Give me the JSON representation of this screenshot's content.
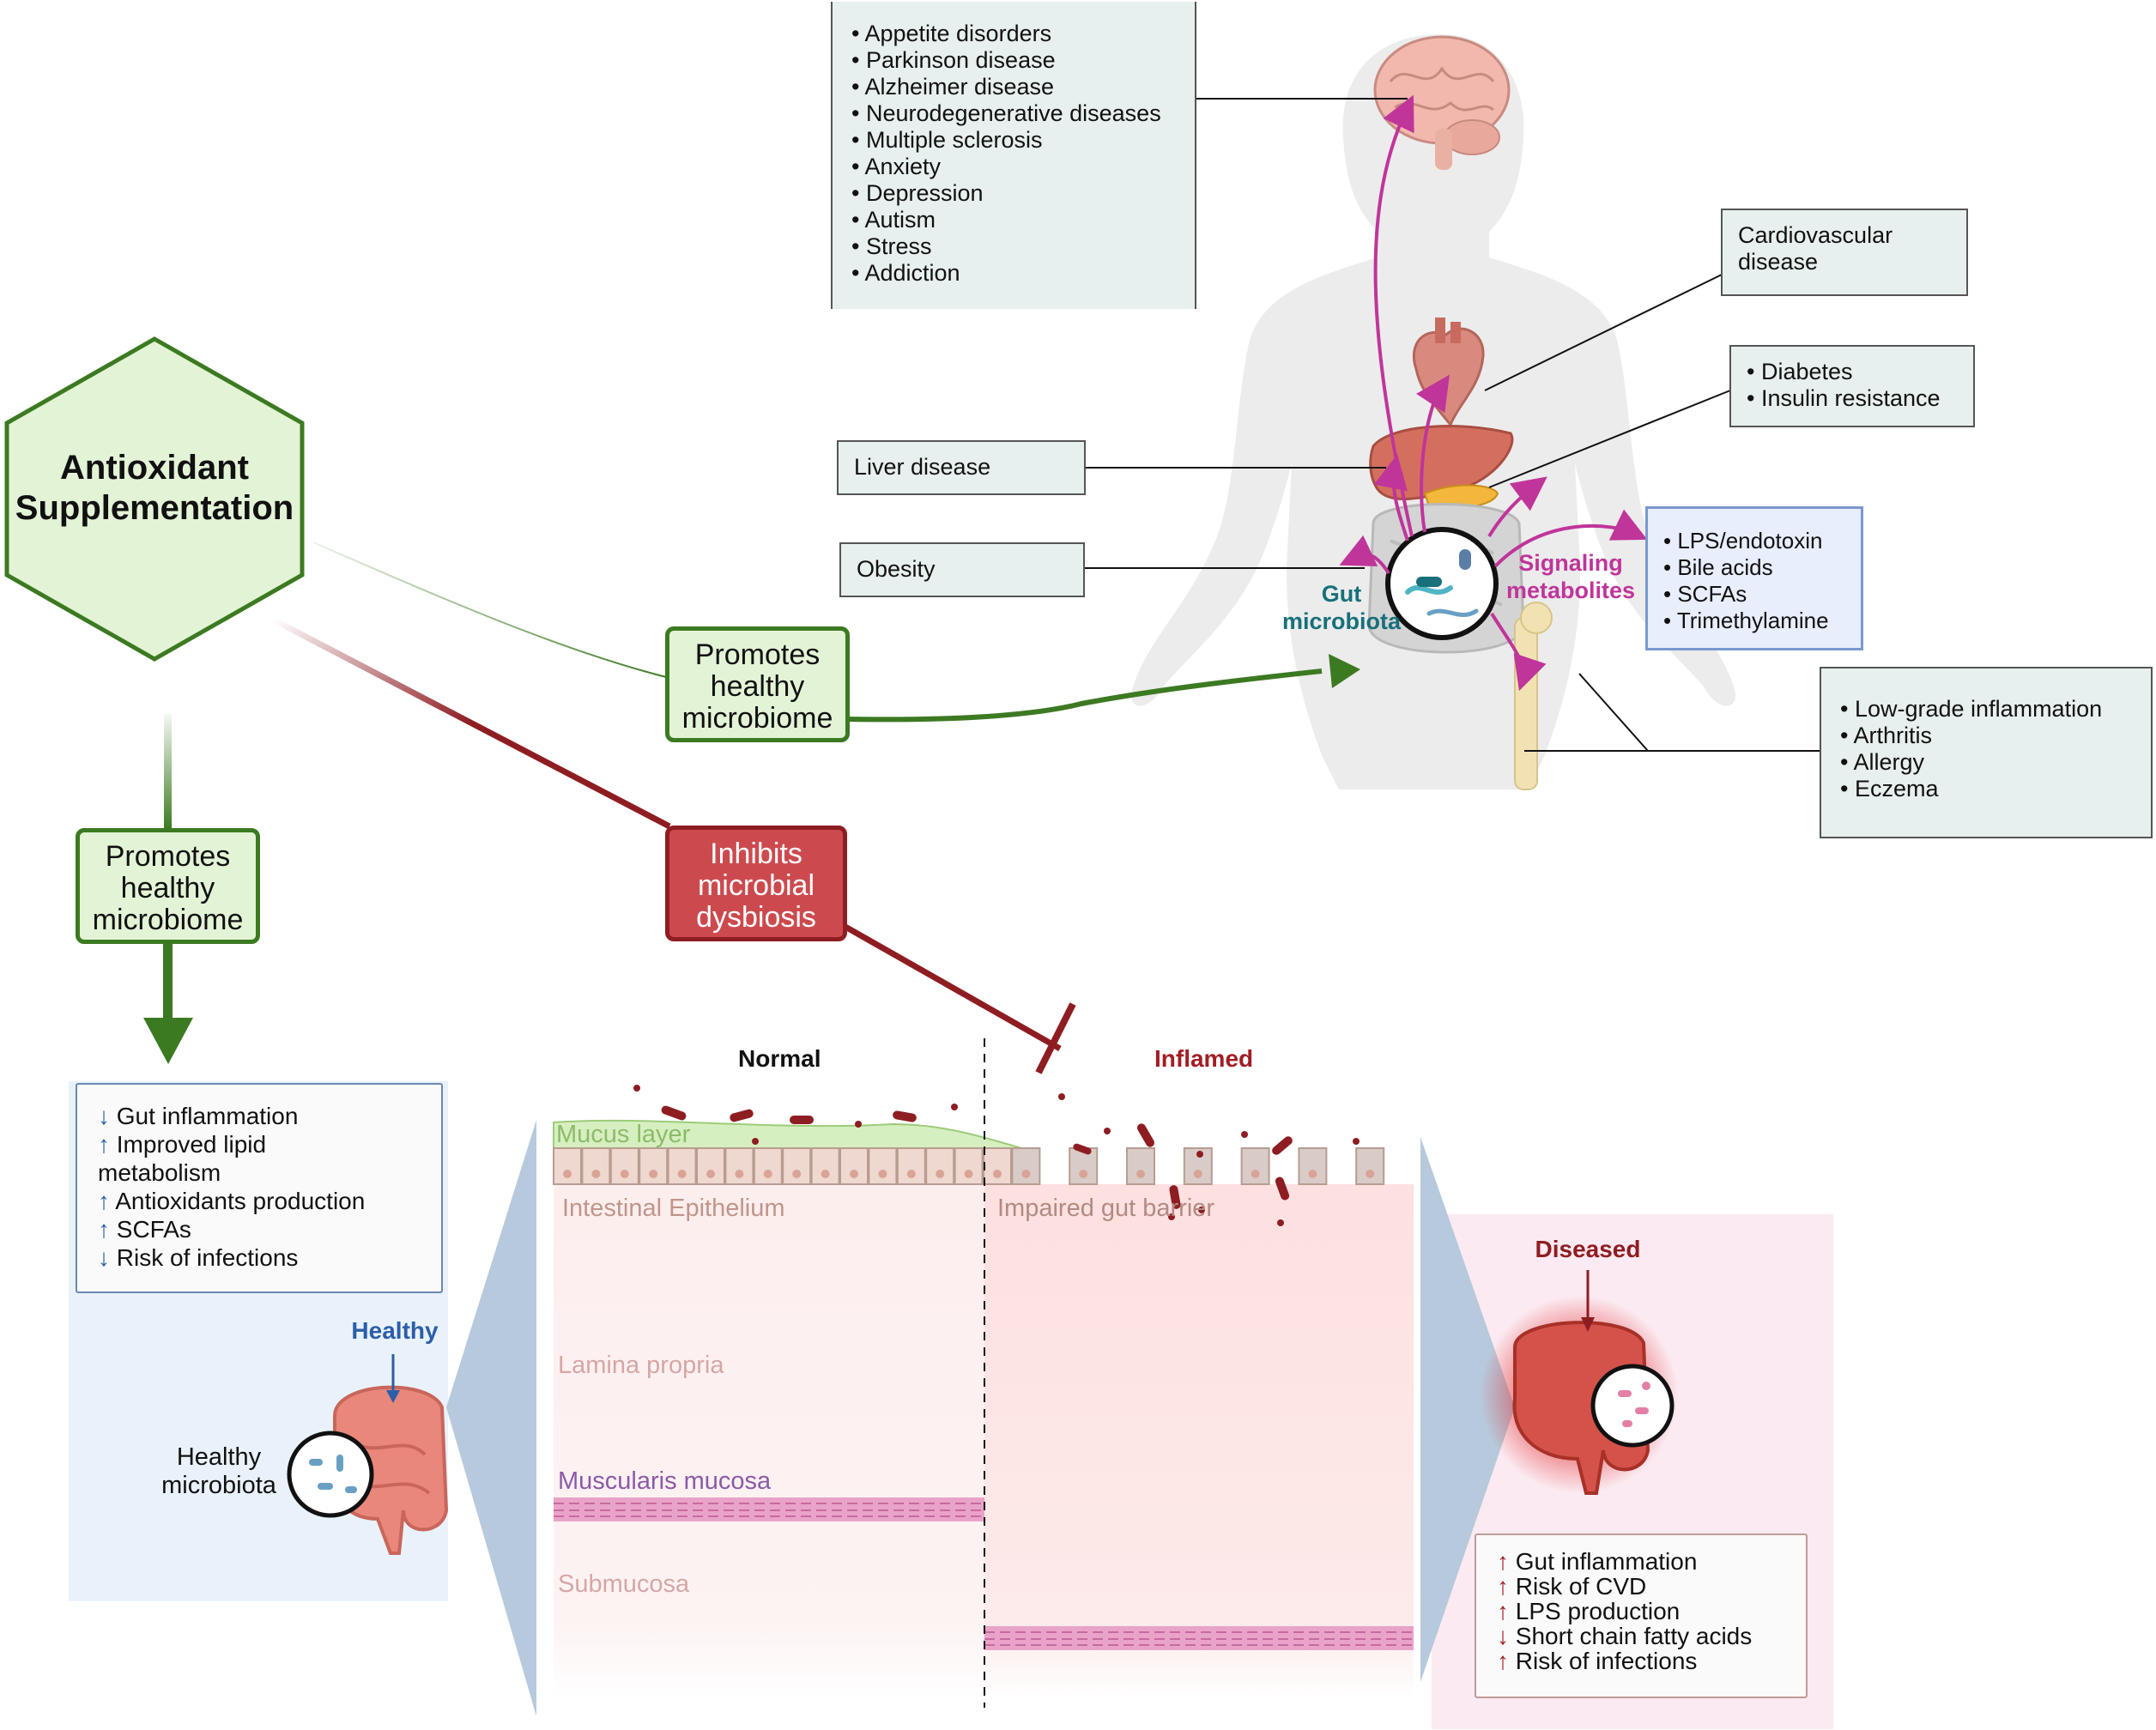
{
  "antioxidant": {
    "line1": "Antioxidant",
    "line2": "Supplementation"
  },
  "promotes_left": {
    "line1": "Promotes",
    "line2": "healthy",
    "line3": "microbiome"
  },
  "promotes_center": {
    "line1": "Promotes",
    "line2": "healthy",
    "line3": "microbiome"
  },
  "inhibits": {
    "line1": "Inhibits",
    "line2": "microbial",
    "line3": "dysbiosis"
  },
  "neuro_box": {
    "items": [
      "Appetite disorders",
      "Parkinson disease",
      "Alzheimer disease",
      "Neurodegenerative diseases",
      "Multiple sclerosis",
      "Anxiety",
      "Depression",
      "Autism",
      "Stress",
      "Addiction"
    ]
  },
  "cardio_box": {
    "line1": "Cardiovascular",
    "line2": "disease"
  },
  "diabetes_box": {
    "items": [
      "Diabetes",
      "Insulin resistance"
    ]
  },
  "liver_box": {
    "text": "Liver disease"
  },
  "obesity_box": {
    "text": "Obesity"
  },
  "metabolites_box": {
    "items": [
      "LPS/endotoxin",
      "Bile acids",
      "SCFAs",
      "Trimethylamine"
    ]
  },
  "inflammation_box": {
    "items": [
      "Low-grade inflammation",
      "Arthritis",
      "Allergy",
      "Eczema"
    ]
  },
  "gut_label": {
    "line1": "Gut",
    "line2": "microbiota"
  },
  "signaling_label": {
    "line1": "Signaling",
    "line2": "metabolites"
  },
  "healthy_list": {
    "items": [
      {
        "arrow": "↓",
        "text": "Gut inflammation"
      },
      {
        "arrow": "↑",
        "text": "Improved lipid"
      },
      {
        "arrow": "",
        "text": "metabolism"
      },
      {
        "arrow": "↑",
        "text": "Antioxidants production"
      },
      {
        "arrow": "↑",
        "text": "SCFAs"
      },
      {
        "arrow": "↓",
        "text": "Risk of infections"
      }
    ]
  },
  "healthy_label": "Healthy",
  "healthy_microbiota": {
    "line1": "Healthy",
    "line2": "microbiota"
  },
  "tissue": {
    "normal": "Normal",
    "inflamed": "Inflamed",
    "mucus": "Mucus layer",
    "epithelium": "Intestinal Epithelium",
    "impaired": "Impaired gut barrier",
    "lamina": "Lamina propria",
    "muscularis": "Muscularis mucosa",
    "submucosa": "Submucosa"
  },
  "diseased_label": "Diseased",
  "diseased_list": {
    "items": [
      {
        "arrow": "↑",
        "text": "Gut inflammation"
      },
      {
        "arrow": "↑",
        "text": "Risk of CVD"
      },
      {
        "arrow": "↑",
        "text": "LPS production"
      },
      {
        "arrow": "↓",
        "text": "Short chain fatty acids"
      },
      {
        "arrow": "↑",
        "text": "Risk of infections"
      }
    ]
  },
  "colors": {
    "green": "#3c7a22",
    "red": "#8e1d22",
    "magenta": "#c0359a",
    "teal": "#17707a"
  }
}
